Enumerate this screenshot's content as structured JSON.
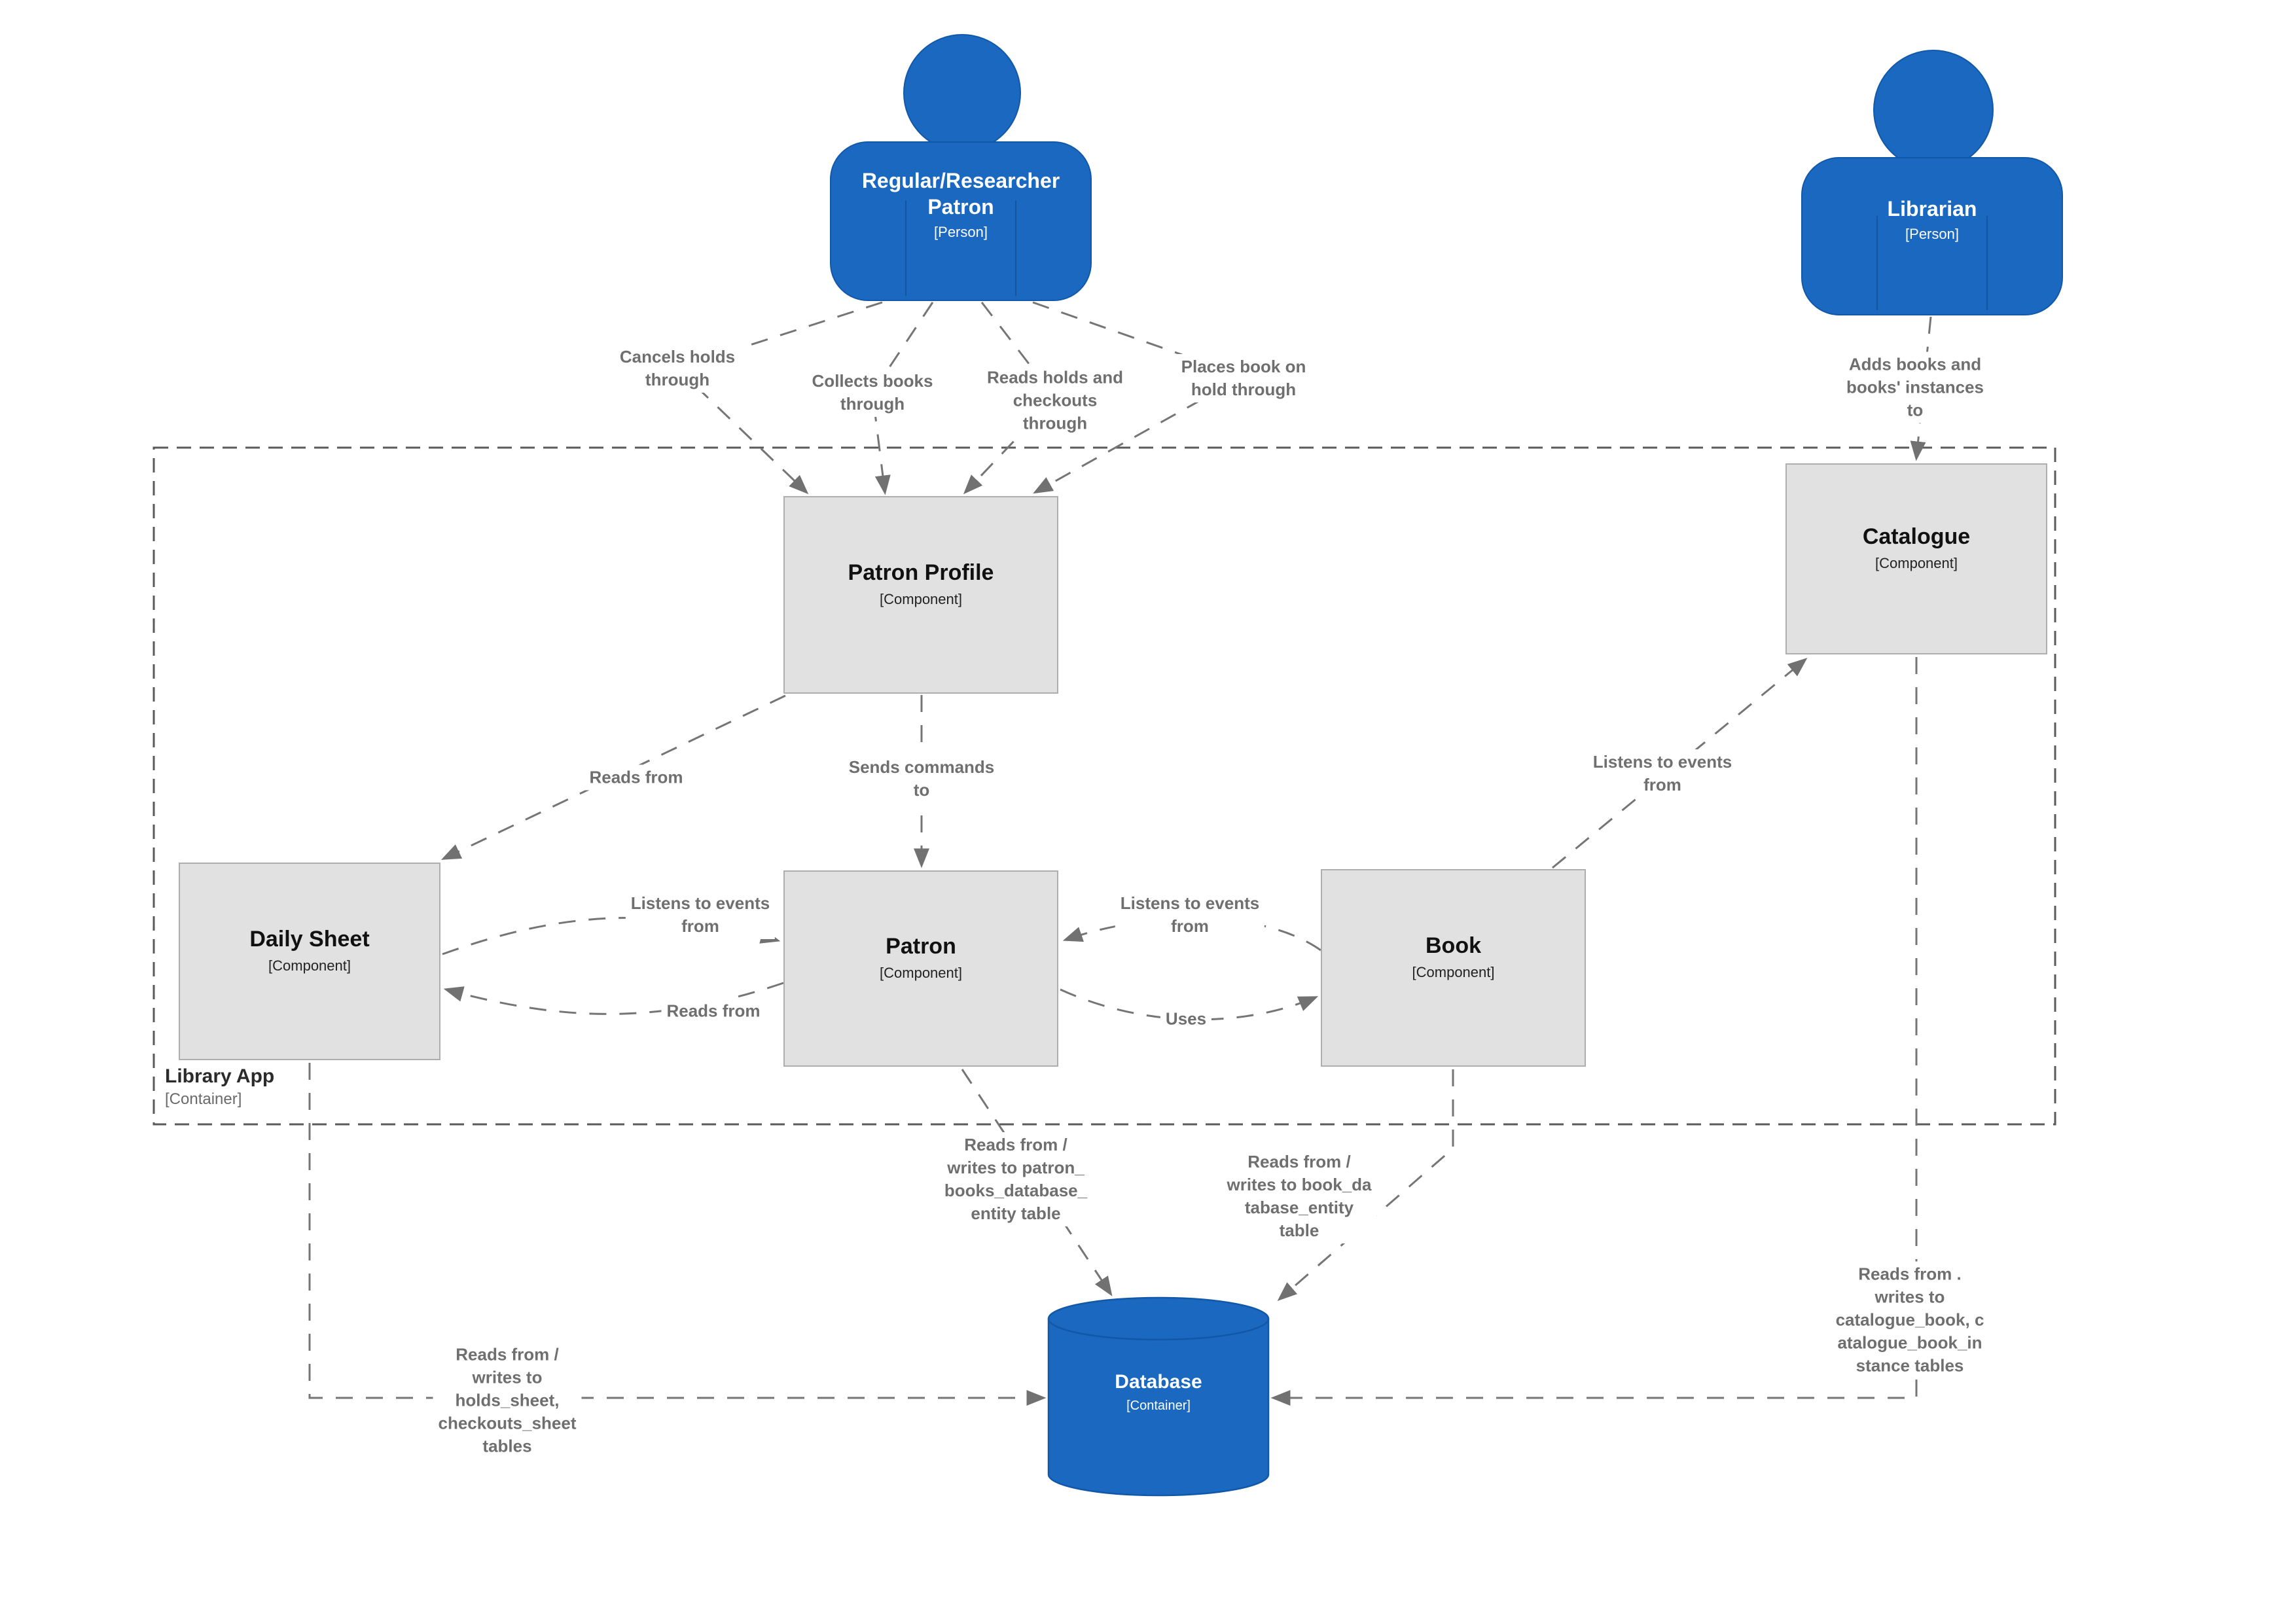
{
  "diagram": {
    "boundary": {
      "name": "Library App",
      "type": "[Container]"
    },
    "actors": [
      {
        "id": "regular-patron",
        "name": "Regular/Researcher Patron",
        "display": [
          "Regular/Researcher",
          "Patron"
        ],
        "type": "[Person]"
      },
      {
        "id": "librarian",
        "name": "Librarian",
        "display": [
          "Librarian"
        ],
        "type": "[Person]"
      }
    ],
    "components": [
      {
        "id": "patron-profile",
        "name": "Patron Profile",
        "type": "[Component]"
      },
      {
        "id": "catalogue",
        "name": "Catalogue",
        "type": "[Component]"
      },
      {
        "id": "daily-sheet",
        "name": "Daily Sheet",
        "type": "[Component]"
      },
      {
        "id": "patron",
        "name": "Patron",
        "type": "[Component]"
      },
      {
        "id": "book",
        "name": "Book",
        "type": "[Component]"
      }
    ],
    "database": {
      "id": "database",
      "name": "Database",
      "type": "[Container]"
    },
    "relationships": [
      {
        "id": "cancels-holds",
        "from": "regular-patron",
        "to": "patron-profile",
        "label": [
          "Cancels holds",
          "through"
        ]
      },
      {
        "id": "collects-books",
        "from": "regular-patron",
        "to": "patron-profile",
        "label": [
          "Collects books",
          "through"
        ]
      },
      {
        "id": "reads-holds-checkouts",
        "from": "regular-patron",
        "to": "patron-profile",
        "label": [
          "Reads holds and",
          "checkouts",
          "through"
        ]
      },
      {
        "id": "places-book-on-hold",
        "from": "regular-patron",
        "to": "patron-profile",
        "label": [
          "Places book on",
          "hold through"
        ]
      },
      {
        "id": "adds-books",
        "from": "librarian",
        "to": "catalogue",
        "label": [
          "Adds books and",
          "books' instances",
          "to"
        ]
      },
      {
        "id": "profile-reads-daily-sheet",
        "from": "patron-profile",
        "to": "daily-sheet",
        "label": [
          "Reads from"
        ]
      },
      {
        "id": "sends-commands",
        "from": "patron-profile",
        "to": "patron",
        "label": [
          "Sends commands",
          "to"
        ]
      },
      {
        "id": "daily-sheet-listens-patron",
        "from": "daily-sheet",
        "to": "patron",
        "label": [
          "Listens to events",
          "from"
        ]
      },
      {
        "id": "patron-reads-daily-sheet",
        "from": "patron",
        "to": "daily-sheet",
        "label": [
          "Reads from"
        ]
      },
      {
        "id": "book-listens-patron",
        "from": "book",
        "to": "patron",
        "label": [
          "Listens to events",
          "from"
        ]
      },
      {
        "id": "patron-uses-book",
        "from": "patron",
        "to": "book",
        "label": [
          "Uses"
        ]
      },
      {
        "id": "book-listens-catalogue",
        "from": "book",
        "to": "catalogue",
        "label": [
          "Listens to events",
          "from"
        ]
      },
      {
        "id": "patron-db",
        "from": "patron",
        "to": "database",
        "label": [
          "Reads from /",
          "writes to patron_",
          "books_database_",
          "entity table"
        ]
      },
      {
        "id": "book-db",
        "from": "book",
        "to": "database",
        "label": [
          "Reads from /",
          "writes to book_da",
          "tabase_entity",
          "table"
        ]
      },
      {
        "id": "daily-sheet-db",
        "from": "daily-sheet",
        "to": "database",
        "label": [
          "Reads from /",
          "writes to",
          "holds_sheet,",
          "checkouts_sheet",
          "tables"
        ]
      },
      {
        "id": "catalogue-db",
        "from": "catalogue",
        "to": "database",
        "label": [
          "Reads from .",
          "writes to",
          "catalogue_book, c",
          "atalogue_book_in",
          "stance tables"
        ]
      }
    ],
    "colors": {
      "actor_fill": "#1a68c0",
      "actor_border": "#1158a8",
      "component_fill": "#e1e1e1",
      "component_border": "#aeaeae",
      "relationship_gray": "#6f6f6f",
      "boundary_border": "#5a5a5a"
    }
  }
}
